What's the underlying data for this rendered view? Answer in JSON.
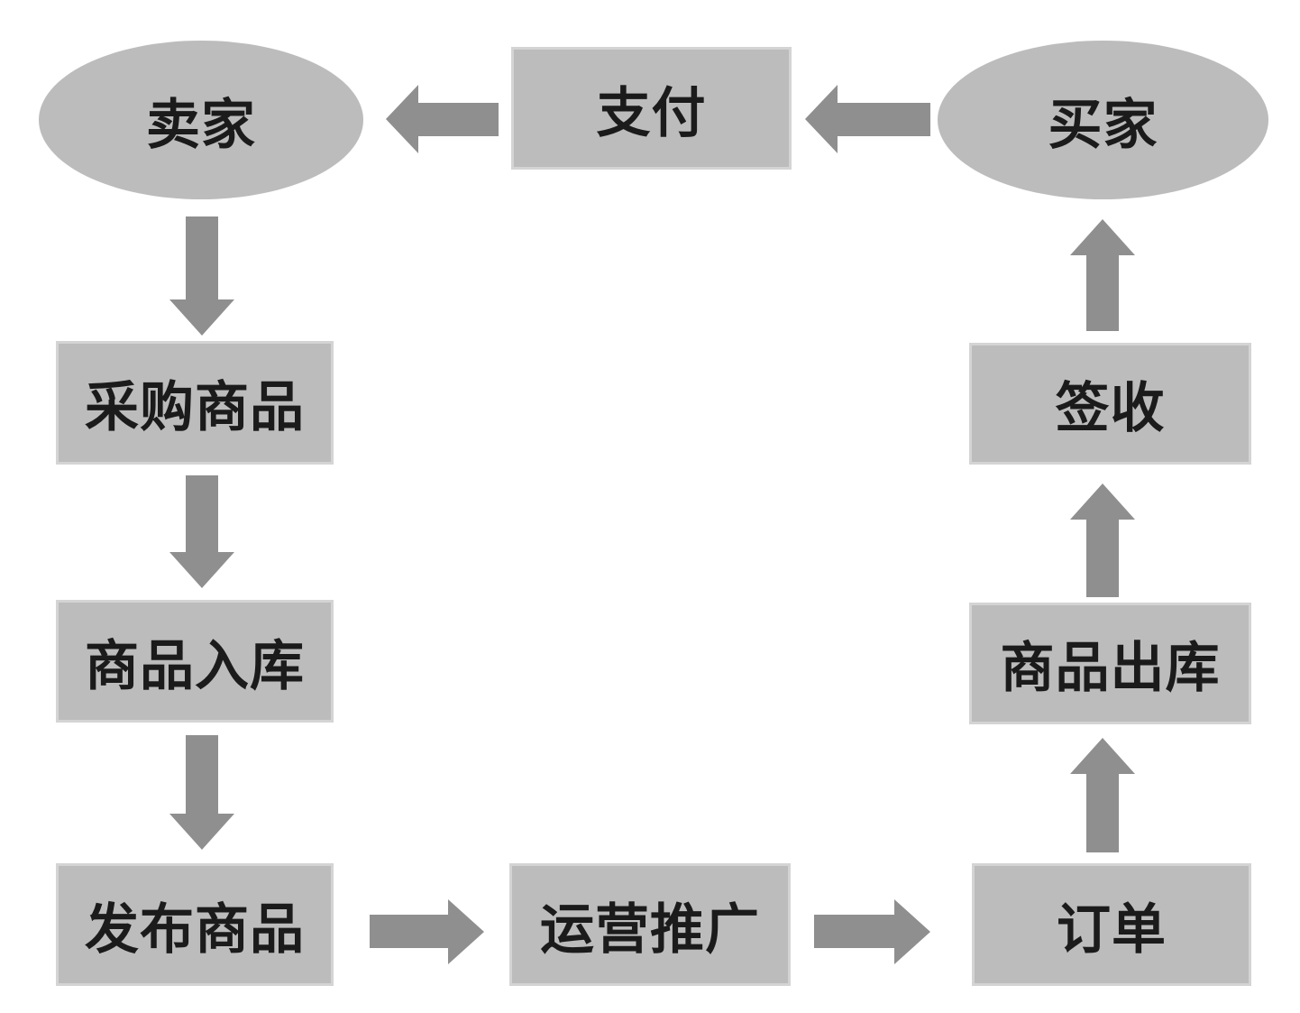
{
  "diagram": {
    "type": "flowchart",
    "colors": {
      "background": "#ffffff",
      "node_fill": "#bcbcbc",
      "node_edge": "#d4d4d4",
      "arrow": "#8f8f8f",
      "text": "#1b1b1b"
    },
    "nodes": [
      {
        "id": "seller",
        "shape": "ellipse",
        "label": "卖家"
      },
      {
        "id": "payment",
        "shape": "rect",
        "label": "支付"
      },
      {
        "id": "buyer",
        "shape": "ellipse",
        "label": "买家"
      },
      {
        "id": "purchase",
        "shape": "rect",
        "label": "采购商品"
      },
      {
        "id": "inbound",
        "shape": "rect",
        "label": "商品入库"
      },
      {
        "id": "publish",
        "shape": "rect",
        "label": "发布商品"
      },
      {
        "id": "promote",
        "shape": "rect",
        "label": "运营推广"
      },
      {
        "id": "order",
        "shape": "rect",
        "label": "订单"
      },
      {
        "id": "outbound",
        "shape": "rect",
        "label": "商品出库"
      },
      {
        "id": "sign",
        "shape": "rect",
        "label": "签收"
      }
    ],
    "edges": [
      {
        "from": "buyer",
        "to": "payment",
        "direction": "left"
      },
      {
        "from": "payment",
        "to": "seller",
        "direction": "left"
      },
      {
        "from": "seller",
        "to": "purchase",
        "direction": "down"
      },
      {
        "from": "purchase",
        "to": "inbound",
        "direction": "down"
      },
      {
        "from": "inbound",
        "to": "publish",
        "direction": "down"
      },
      {
        "from": "publish",
        "to": "promote",
        "direction": "right"
      },
      {
        "from": "promote",
        "to": "order",
        "direction": "right"
      },
      {
        "from": "order",
        "to": "outbound",
        "direction": "up"
      },
      {
        "from": "outbound",
        "to": "sign",
        "direction": "up"
      },
      {
        "from": "sign",
        "to": "buyer",
        "direction": "up"
      }
    ]
  }
}
